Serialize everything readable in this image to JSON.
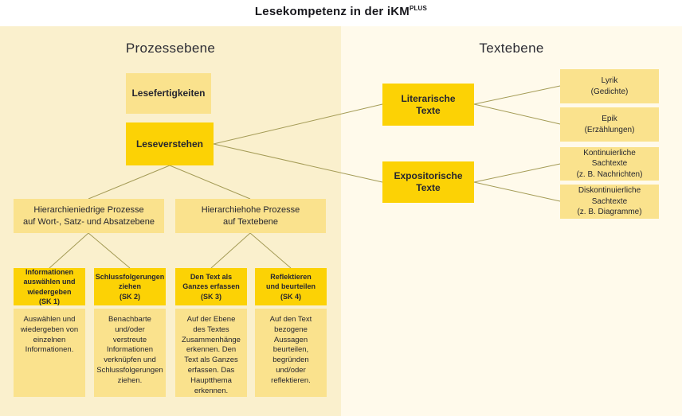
{
  "title": {
    "text": "Lesekompetenz in der iKM",
    "superscript": "PLUS"
  },
  "colors": {
    "accent_yellow": "#fcd205",
    "light_yellow": "#fae28d",
    "panel_left_bg": "#faf0cd",
    "panel_right_bg": "#fffaeb",
    "connector_line": "#a49b56",
    "text": "#26262f"
  },
  "process_panel": {
    "header": "Prozessebene",
    "skills_box": "Lesefertigkeiten",
    "comprehension_box": "Leseverstehen",
    "groups": [
      {
        "label": "Hierarchieniedrige Prozesse\nauf Wort-, Satz- und Absatzebene"
      },
      {
        "label": "Hierarchiehohe Prozesse\nauf Textebene"
      }
    ],
    "skills": [
      {
        "label": "Informationen\nauswählen und\nwiedergeben\n(SK 1)",
        "description": "Auswählen und\nwiedergeben von\neinzelnen\nInformationen."
      },
      {
        "label": "Schlussfolgerungen\nziehen\n(SK 2)",
        "description": "Benachbarte\nund/oder\nverstreute\nInformationen\nverknüpfen und\nSchlussfolgerungen\nziehen."
      },
      {
        "label": "Den Text als\nGanzes erfassen\n(SK 3)",
        "description": "Auf der Ebene\ndes Textes\nZusammenhänge\nerkennen. Den\nText als Ganzes\nerfassen. Das\nHauptthema\nerkennen."
      },
      {
        "label": "Reflektieren\nund beurteilen\n(SK 4)",
        "description": "Auf den Text\nbezogene\nAussagen\nbeurteilen,\nbegründen\nund/oder\nreflektieren."
      }
    ]
  },
  "text_panel": {
    "header": "Textebene",
    "categories": [
      {
        "label": "Literarische\nTexte",
        "types": [
          {
            "label": "Lyrik\n(Gedichte)"
          },
          {
            "label": "Epik\n(Erzählungen)"
          }
        ]
      },
      {
        "label": "Expositorische\nTexte",
        "types": [
          {
            "label": "Kontinuierliche\nSachtexte\n(z. B. Nachrichten)"
          },
          {
            "label": "Diskontinuierliche\nSachtexte\n(z. B. Diagramme)"
          }
        ]
      }
    ]
  }
}
